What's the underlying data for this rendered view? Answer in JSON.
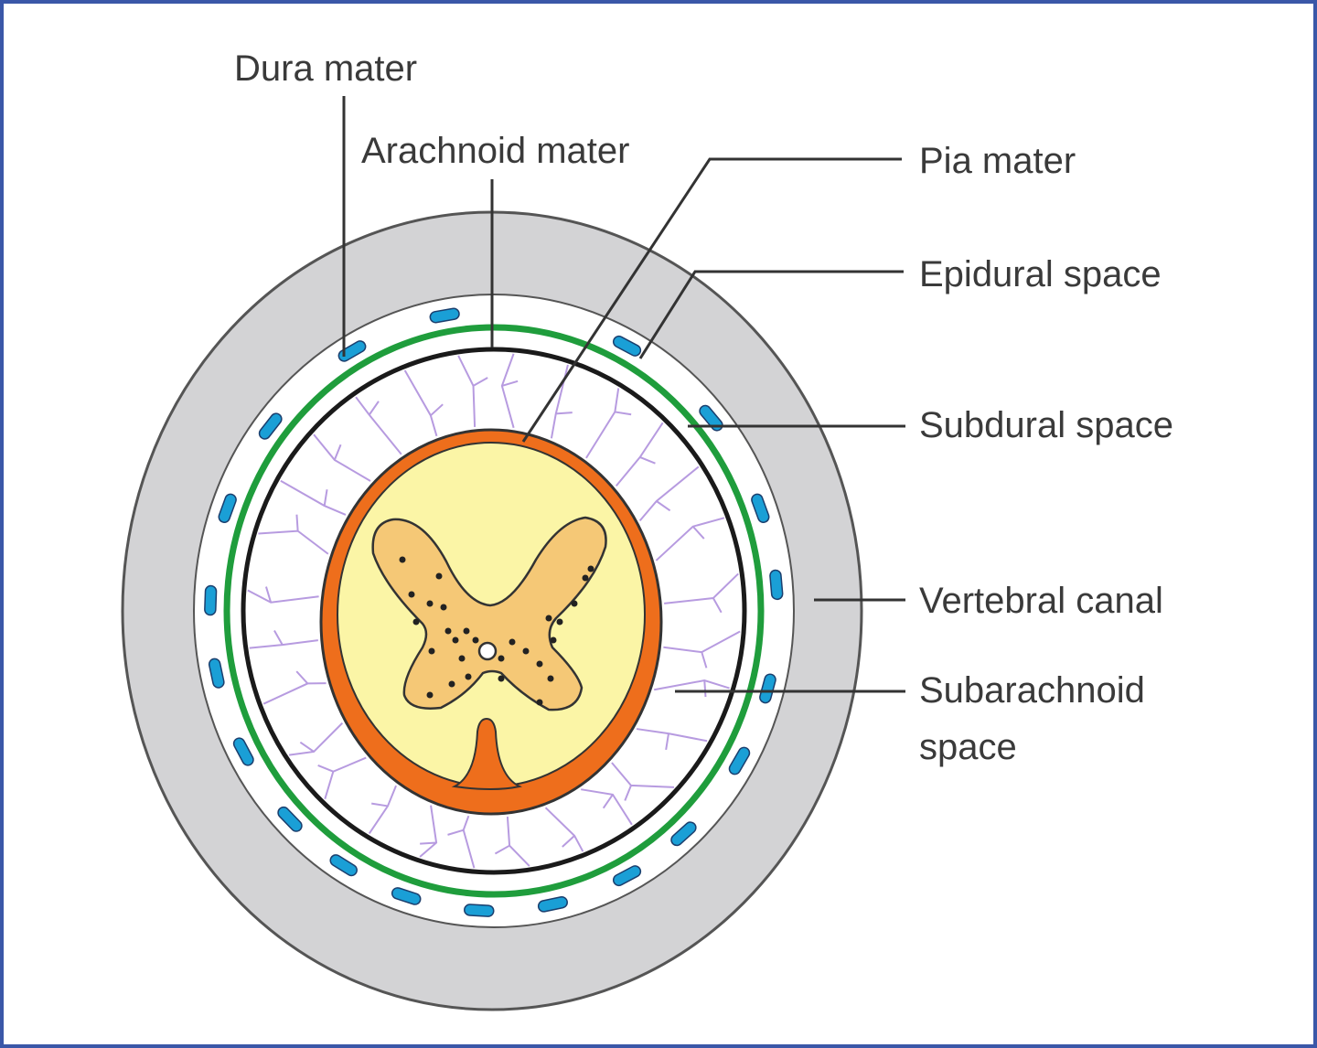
{
  "labels": {
    "dura_mater": "Dura mater",
    "arachnoid_mater": "Arachnoid mater",
    "pia_mater": "Pia mater",
    "epidural_space": "Epidural space",
    "subdural_space": "Subdural space",
    "vertebral_canal": "Vertebral canal",
    "subarachnoid_space_line1": "Subarachnoid",
    "subarachnoid_space_line2": "space"
  },
  "colors": {
    "frame_border": "#3a57a8",
    "vertebral_bone": "#d3d3d5",
    "fat_vessels": "#1a9fd6",
    "arachnoid_green": "#1f9d3c",
    "dura_black": "#1a1a1a",
    "trabeculae": "#b79be0",
    "pia_orange": "#ee6e1c",
    "white_matter": "#fbf5a6",
    "grey_matter": "#f5c876"
  }
}
